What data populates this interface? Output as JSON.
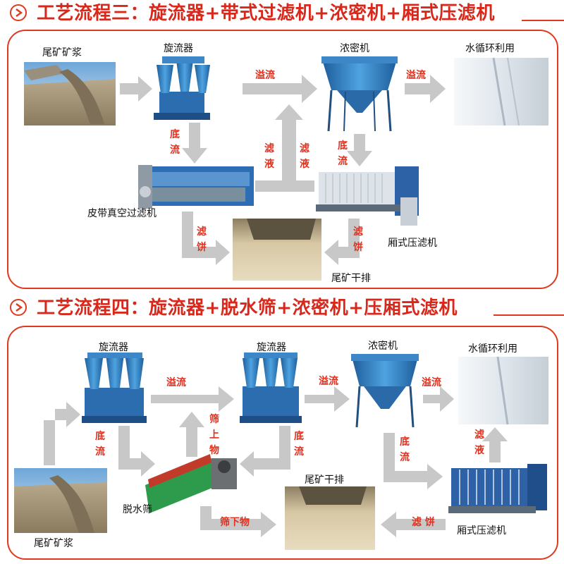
{
  "process3": {
    "title": "工艺流程三：旋流器+带式过滤机+浓密机+厢式压滤机",
    "labels": {
      "slurry": "尾矿矿浆",
      "cyclone": "旋流器",
      "thickener": "浓密机",
      "water": "水循环利用",
      "belt_filter": "皮带真空过滤机",
      "press": "厢式压滤机",
      "dry": "尾矿干排"
    },
    "flows": {
      "overflow1": "溢流",
      "overflow2": "溢流",
      "underflow1": [
        "底",
        "流"
      ],
      "underflow2": [
        "底",
        "流"
      ],
      "filtrate1": [
        "滤",
        "液"
      ],
      "filtrate2": [
        "滤",
        "液"
      ],
      "cake1": [
        "滤",
        "饼"
      ],
      "cake2": [
        "滤",
        "饼"
      ]
    }
  },
  "process4": {
    "title": "工艺流程四：旋流器+脱水筛+浓密机+压厢式滤机",
    "labels": {
      "cyclone1": "旋流器",
      "cyclone2": "旋流器",
      "thickener": "浓密机",
      "water": "水循环利用",
      "screen": "脱水筛",
      "slurry": "尾矿矿浆",
      "dry": "尾矿干排",
      "press": "厢式压滤机"
    },
    "flows": {
      "overflow1": "溢流",
      "overflow2": "溢流",
      "overflow3": "溢流",
      "underflow1": [
        "底",
        "流"
      ],
      "underflow2": [
        "底",
        "流"
      ],
      "underflow3": [
        "底",
        "流"
      ],
      "oversize": [
        "筛",
        "上",
        "物"
      ],
      "filtrate": [
        "滤",
        "液"
      ],
      "undersize": "筛下物",
      "cake": "滤 饼"
    }
  },
  "colors": {
    "accent": "#e03a1e",
    "title_red": "#d8281b",
    "flow_red": "#e0301e",
    "arrow_gray": "#c8c8c8",
    "equipment_blue": "#2f7fc4"
  }
}
